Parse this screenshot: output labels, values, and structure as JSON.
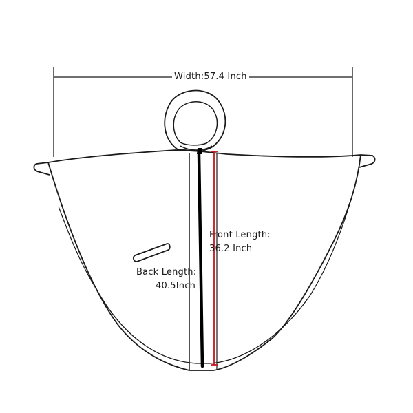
{
  "measurements": {
    "width_label": "Width:57.4 Inch",
    "front_length_title": "Front Length:",
    "front_length_value": "36.2 Inch",
    "back_length_title": "Back Length:",
    "back_length_value": "40.5Inch"
  },
  "colors": {
    "outline": "#1a1a1a",
    "zipper": "#000000",
    "front_length_line": "#c0181e",
    "background": "#ffffff"
  }
}
